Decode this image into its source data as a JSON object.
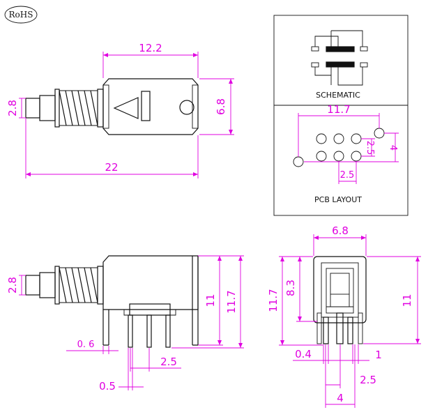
{
  "badge": {
    "text": "RoHS"
  },
  "top_view": {
    "dim_length": "12.2",
    "dim_height": "6.8",
    "dim_plunger": "2.8",
    "dim_overall": "22"
  },
  "schematic_panel": {
    "schematic_label": "SCHEMATIC",
    "pcb_label": "PCB LAYOUT",
    "dim_width": "11.7",
    "dim_pitch_v": "2.5",
    "dim_offset": "4",
    "dim_pitch_h": "2.5"
  },
  "side_view": {
    "dim_plunger": "2.8",
    "dim_body": "11",
    "dim_total": "11.7",
    "dim_gap": "0. 6",
    "dim_pitch": "2.5",
    "dim_pin": "0.5"
  },
  "front_view": {
    "dim_width": "6.8",
    "dim_total": "11.7",
    "dim_inner": "8.3",
    "dim_body": "11",
    "dim_pin": "0.4",
    "dim_gap": "1",
    "dim_pitch": "2.5",
    "dim_span": "4"
  },
  "colors": {
    "dimension": "#e000e0",
    "outline": "#111111"
  }
}
